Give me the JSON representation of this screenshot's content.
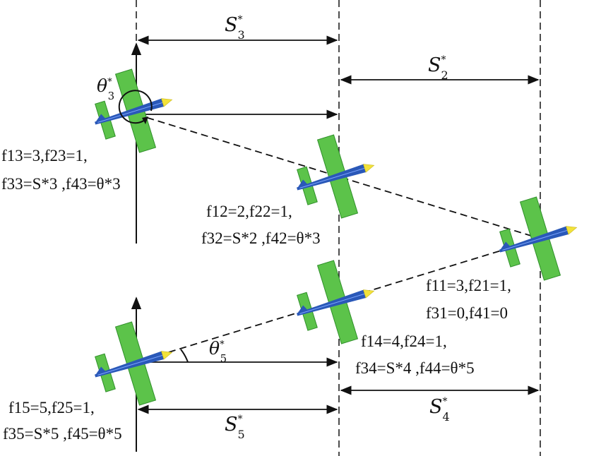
{
  "diagram": {
    "spacings": {
      "s3": "S",
      "s3_sup": "*",
      "s3_sub": "3",
      "s2": "S",
      "s2_sup": "*",
      "s2_sub": "2",
      "s5": "S",
      "s5_sup": "*",
      "s5_sub": "5",
      "s4": "S",
      "s4_sup": "*",
      "s4_sub": "4"
    },
    "angles": {
      "theta3": "θ",
      "theta3_sup": "*",
      "theta3_sub": "3",
      "theta5": "θ",
      "theta5_sup": "*",
      "theta5_sub": "5"
    },
    "labels": {
      "aircraft3_line1": "f13=3,f23=1,",
      "aircraft3_line2": "f33=S*3 ,f43=θ*3",
      "aircraft2_line1": "f12=2,f22=1,",
      "aircraft2_line2": "f32=S*2 ,f42=θ*3",
      "aircraft1_line1": "f11=3,f21=1,",
      "aircraft1_line2": "f31=0,f41=0",
      "aircraft4_line1": "f14=4,f24=1,",
      "aircraft4_line2": "f34=S*4 ,f44=θ*5",
      "aircraft5_line1": "f15=5,f25=1,",
      "aircraft5_line2": "f35=S*5 ,f45=θ*5"
    },
    "colors": {
      "wing": "#5cc34a",
      "wing_edge": "#2f8f2a",
      "fuselage": "#2a58b8",
      "nose": "#f2e23a",
      "line": "#111111"
    }
  }
}
